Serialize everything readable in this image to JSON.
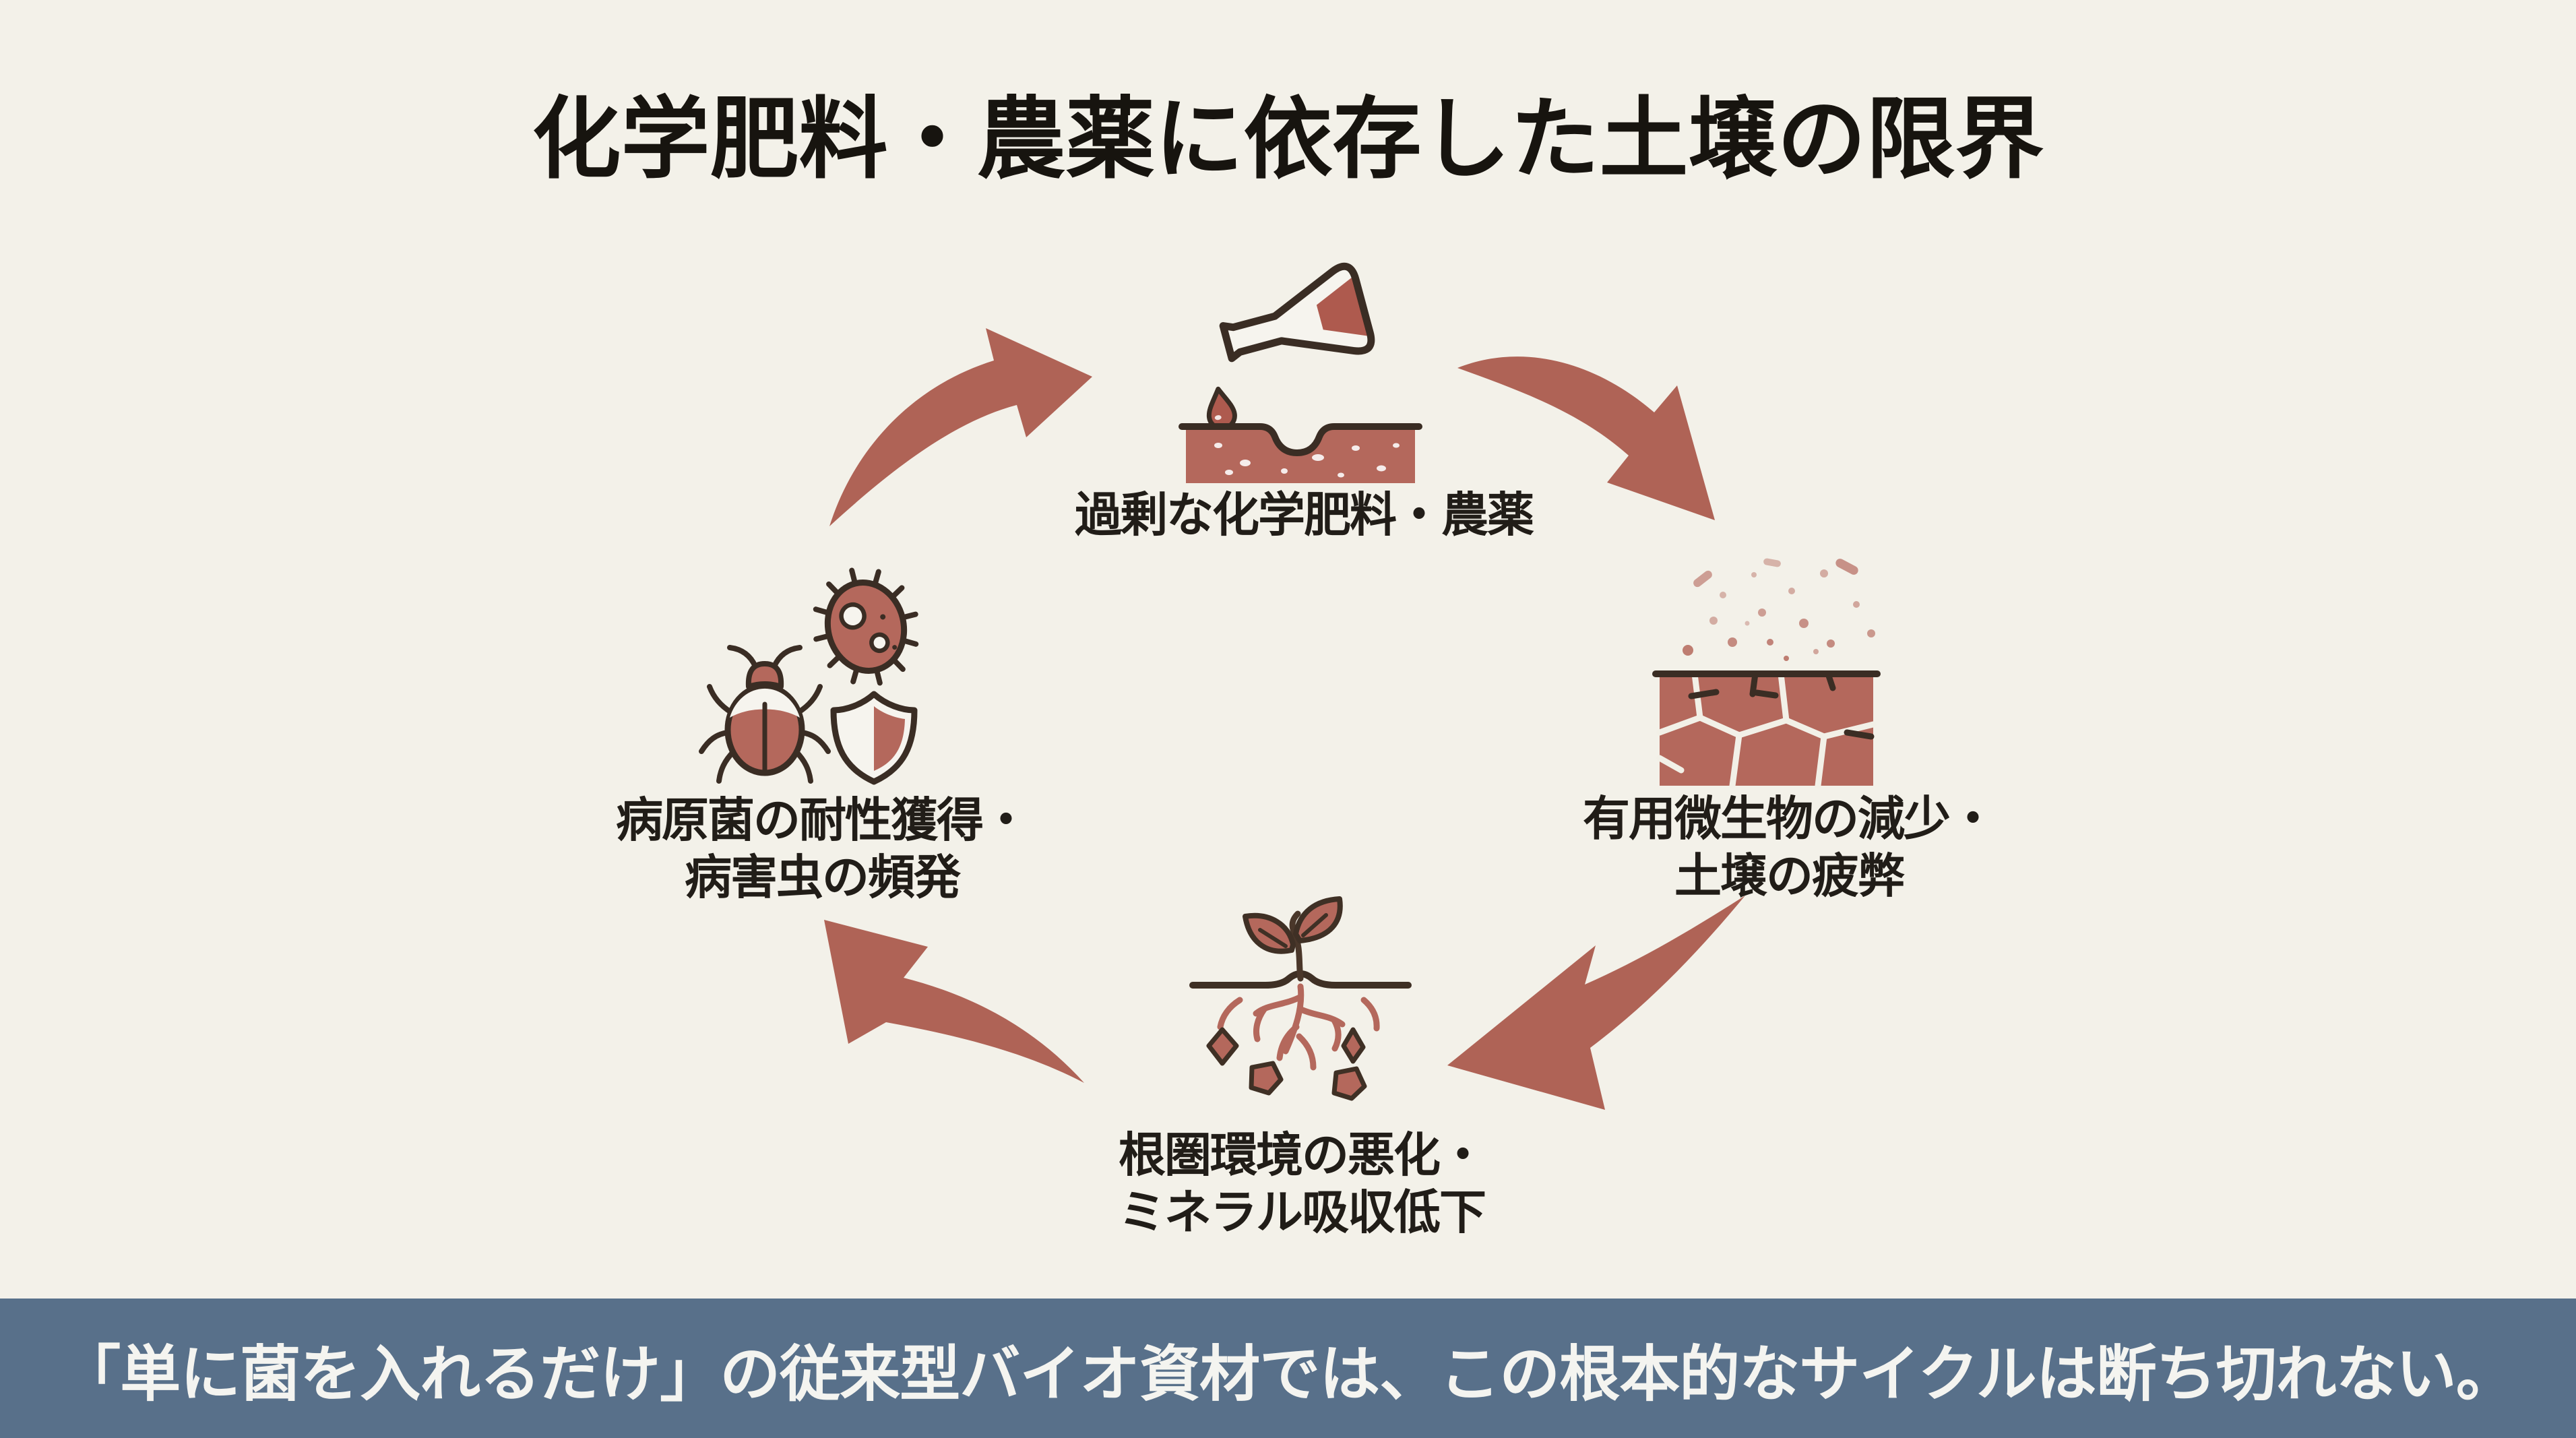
{
  "title": "化学肥料・農薬に依存した土壌の限界",
  "cycle": {
    "direction": "clockwise",
    "nodes": [
      {
        "id": "excessive-chemicals",
        "icon": "flask-pouring-soil-icon",
        "lines": [
          "過剰な化学肥料・農薬",
          ""
        ]
      },
      {
        "id": "microbe-decline",
        "icon": "cracked-soil-microbes-icon",
        "lines": [
          "有用微生物の減少・",
          "土壌の疲弊"
        ]
      },
      {
        "id": "rhizosphere-degradation",
        "icon": "plant-roots-minerals-icon",
        "lines": [
          "根圏環境の悪化・",
          "ミネラル吸収低下"
        ]
      },
      {
        "id": "pathogen-resistance",
        "icon": "pathogen-beetle-shield-icon",
        "lines": [
          "病原菌の耐性獲得・",
          "病害虫の頻発"
        ]
      }
    ]
  },
  "footer": {
    "text": "「単に菌を入れるだけ」の従来型バイオ資材では、この根本的なサイクルは断ち切れない。"
  },
  "colors": {
    "background": "#f3f1e9",
    "accent_terracotta": "#b4685c",
    "arrow": "#af6356",
    "liquid": "#ae5a4e",
    "dark_outline": "#3a2d24",
    "title_text": "#17140f",
    "label_text": "#211d18",
    "footer_background": "#58708a",
    "footer_text": "#f4f4f0",
    "crack_line": "#f2f0e7",
    "soil_speck": "#ffffff"
  }
}
